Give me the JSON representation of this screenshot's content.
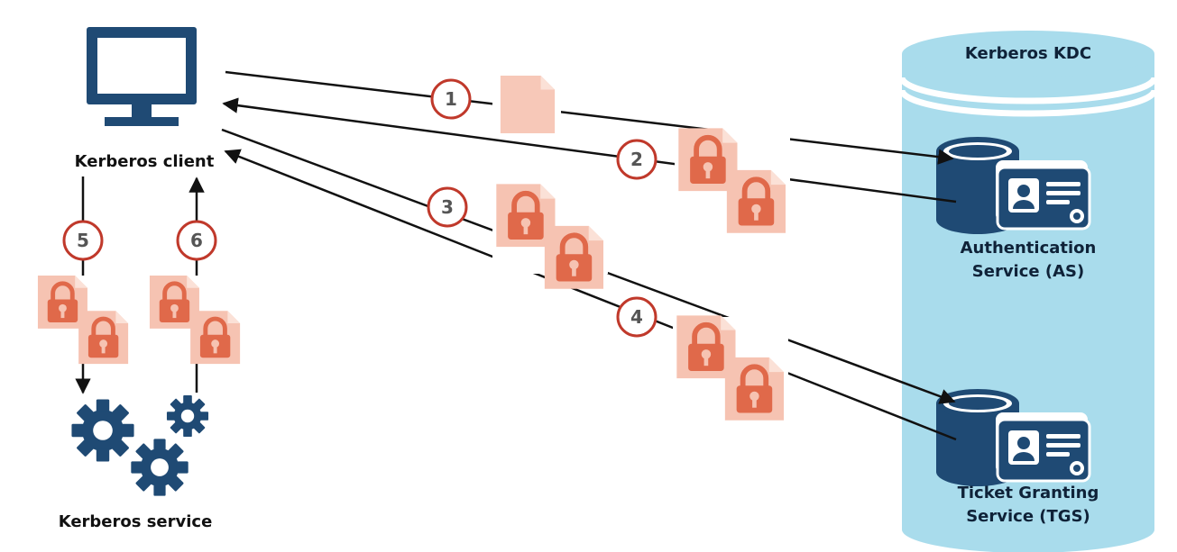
{
  "labels": {
    "kdc_title": "Kerberos KDC",
    "client": "Kerberos client",
    "service": "Kerberos service",
    "as_line1": "Authentication",
    "as_line2": "Service (AS)",
    "tgs_line1": "Ticket Granting",
    "tgs_line2": "Service (TGS)"
  },
  "steps": [
    "1",
    "2",
    "3",
    "4",
    "5",
    "6"
  ],
  "colors": {
    "navy": "#1f4a74",
    "cylinder": "#a9dcec",
    "cylinder_top": "#d6f0f8",
    "step_ring": "#c0392b",
    "doc_light": "#f6c3b2",
    "doc_mid": "#f2a88f",
    "lock": "#e0694a",
    "arrow": "#111111"
  },
  "icons": [
    "computer-icon",
    "document-icon",
    "locked-document-icon",
    "database-icon",
    "id-card-icon",
    "gears-icon"
  ]
}
